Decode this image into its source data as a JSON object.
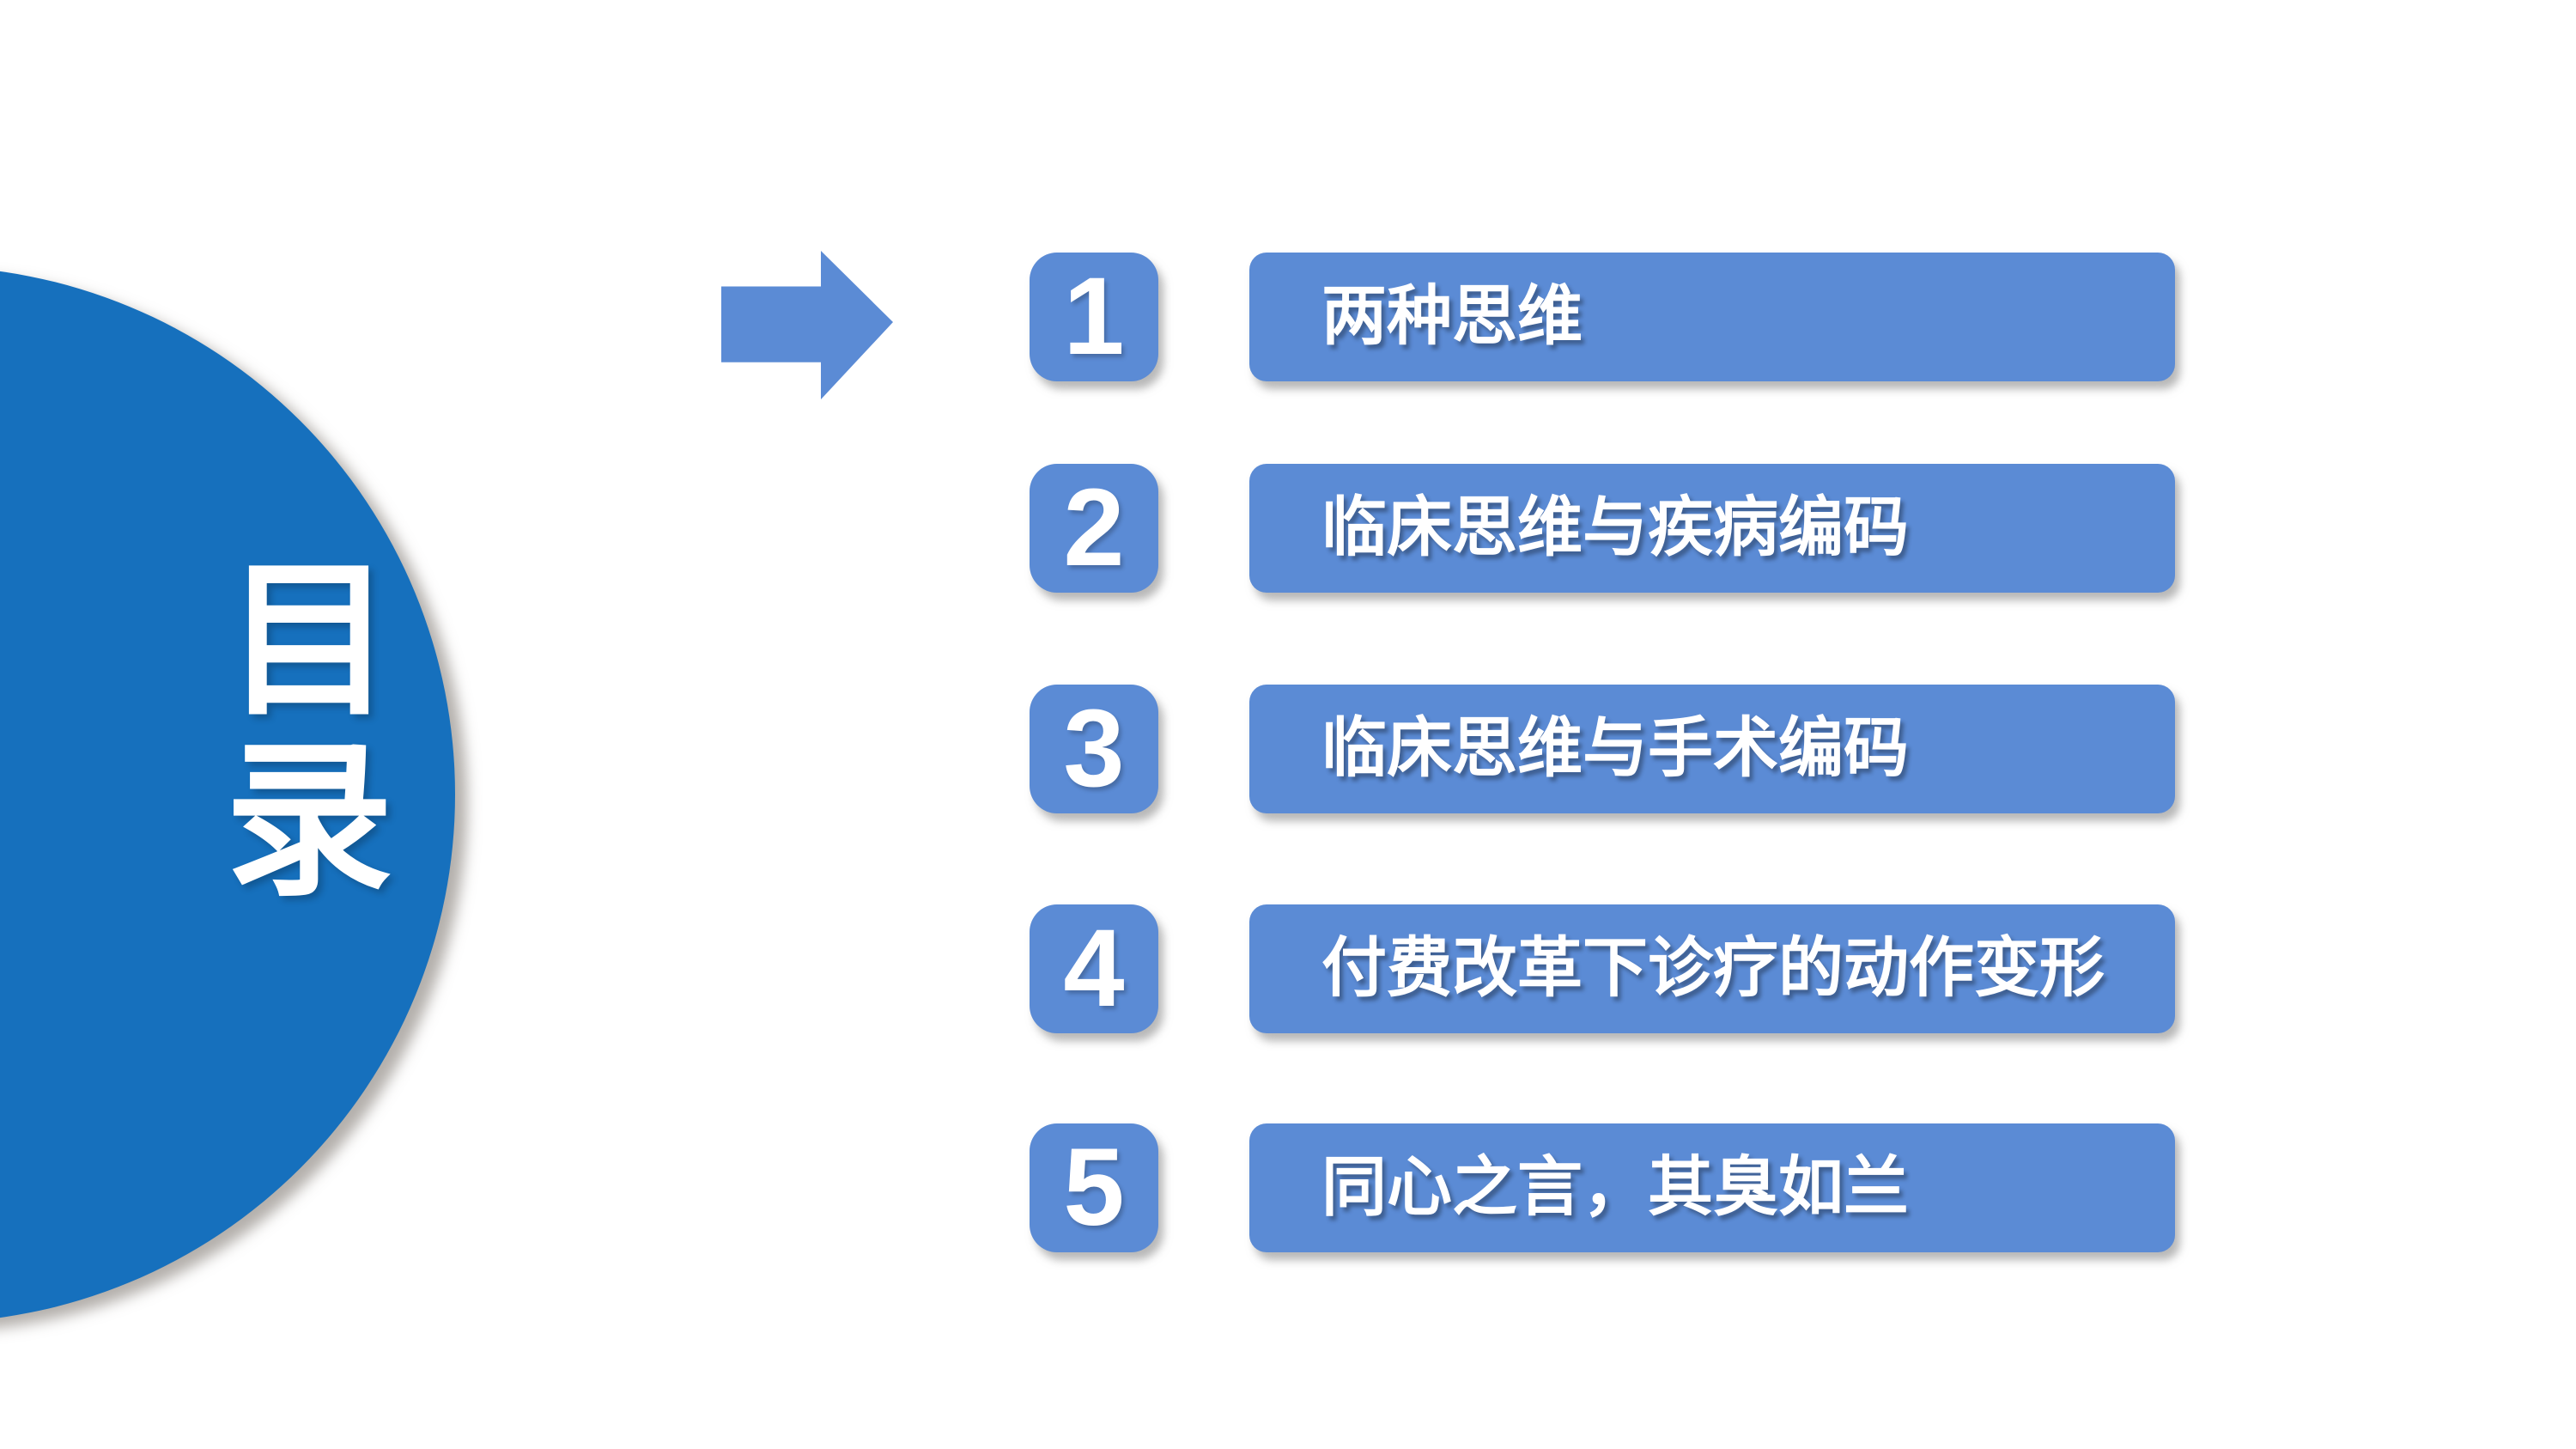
{
  "slide": {
    "background_color": "#FFFFFF",
    "circle_color": "#1670BD",
    "item_color": "#5B8BD5",
    "text_color": "#FFFFFF"
  },
  "title": {
    "text": "目录",
    "chars": [
      "目",
      "录"
    ]
  },
  "toc": {
    "items": [
      {
        "number": "1",
        "label": "两种思维"
      },
      {
        "number": "2",
        "label": "临床思维与疾病编码"
      },
      {
        "number": "3",
        "label": "临床思维与手术编码"
      },
      {
        "number": "4",
        "label": "付费改革下诊疗的动作变形"
      },
      {
        "number": "5",
        "label": "同心之言，其臭如兰"
      }
    ]
  }
}
